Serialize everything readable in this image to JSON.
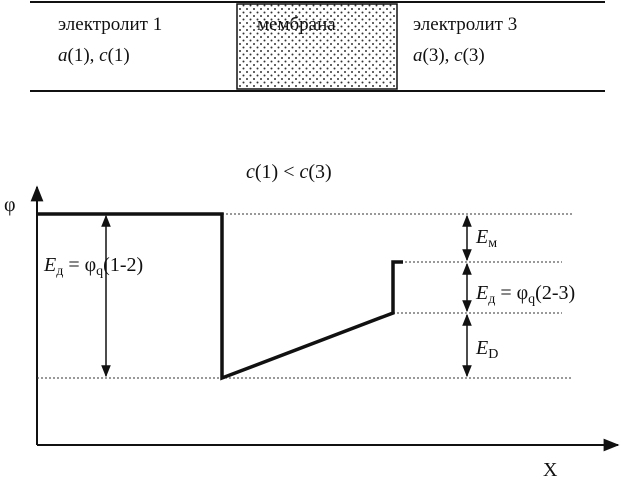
{
  "cells": {
    "left": {
      "title": "электролит 1",
      "activity": "a",
      "index": "(1), ",
      "conc": "c",
      "index2": "(1)"
    },
    "middle": {
      "title": "мембрана"
    },
    "right": {
      "title": "электролит 3",
      "activity": "a",
      "index": "(3), ",
      "conc": "c",
      "index2": "(3)"
    }
  },
  "condition": {
    "c1": "c",
    "i1": "(1) < ",
    "c3": "c",
    "i3": "(3)"
  },
  "axes": {
    "y": "φ",
    "x": "X"
  },
  "labels": {
    "left_E": "E",
    "left_E_sub": "д",
    "left_eq": " = φ",
    "left_eq_sub": "q",
    "left_arg": "(1-2)",
    "Em": "E",
    "Em_sub": "м",
    "Ed": "E",
    "Ed_sub": "д",
    "Ed_eq": " = φ",
    "Ed_eq_sub": "q",
    "Ed_arg": "(2-3)",
    "ED": "E",
    "ED_sub": "D"
  },
  "colors": {
    "line": "#111111",
    "background": "#ffffff"
  }
}
